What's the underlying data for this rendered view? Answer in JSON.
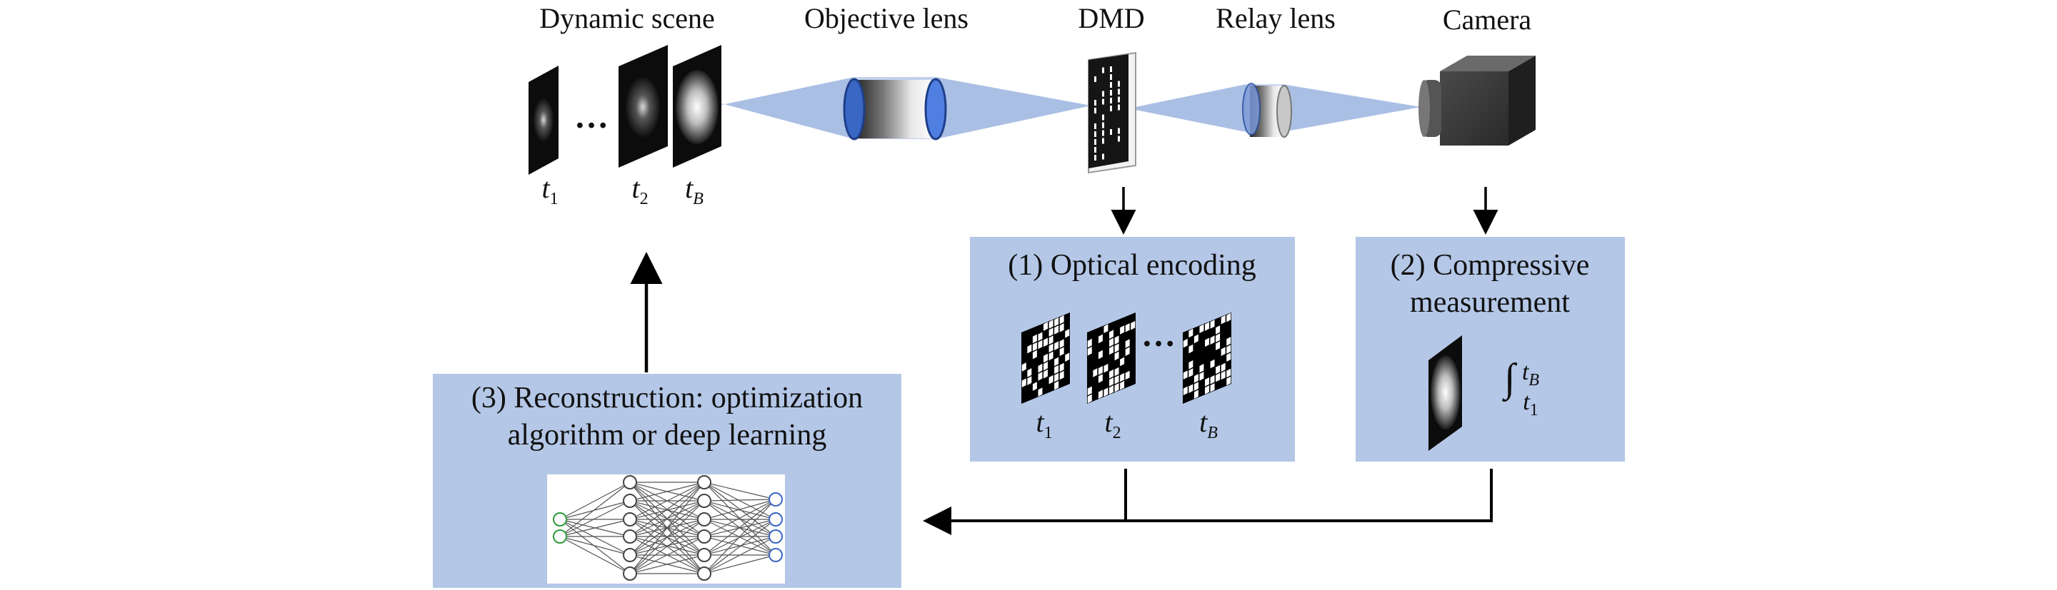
{
  "labels": {
    "dynamic_scene": "Dynamic scene",
    "objective_lens": "Objective lens",
    "dmd": "DMD",
    "relay_lens": "Relay lens",
    "camera": "Camera"
  },
  "scene_times": {
    "t1": "t",
    "t1_sub": "1",
    "t2": "t",
    "t2_sub": "2",
    "tB": "t",
    "tB_sub": "B",
    "ellipsis": "…"
  },
  "boxes": {
    "encoding": {
      "title": "(1) Optical encoding",
      "t1": "t",
      "t1_sub": "1",
      "t2": "t",
      "t2_sub": "2",
      "tB": "t",
      "tB_sub": "B",
      "ellipsis": "…"
    },
    "measurement": {
      "title_line1": "(2) Compressive",
      "title_line2": "measurement",
      "integral_symbol": "∫",
      "upper_limit": "t",
      "upper_limit_sub": "B",
      "lower_limit": "t",
      "lower_limit_sub": "1"
    },
    "reconstruction": {
      "title_line1": "(3) Reconstruction: optimization",
      "title_line2": "algorithm or deep learning"
    }
  },
  "colors": {
    "box_fill": "#b4c7e7",
    "beam": "#8ea9db",
    "arrow": "#000000"
  }
}
